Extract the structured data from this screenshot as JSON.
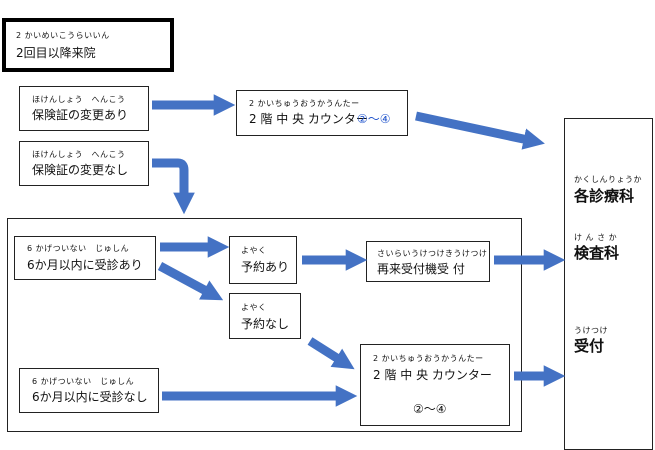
{
  "title": {
    "ruby": "2 かいめいこうらいいん",
    "text": "2回目以降来院"
  },
  "hoken_change_yes": {
    "ruby": "ほけんしょう　へんこう",
    "text": "保険証の変更あり"
  },
  "hoken_change_no": {
    "ruby": "ほけんしょう　へんこう",
    "text": "保険証の変更なし"
  },
  "counter_top": {
    "ruby": "2 かいちゅうおうかうんたー",
    "text": "2 階 中 央 カウンター",
    "num": "②～④"
  },
  "within6": {
    "ruby": "6 かげついない　じゅしん",
    "text": "6か月以内に受診あり"
  },
  "reserve_yes": {
    "ruby": "よやく",
    "text": "予約あり"
  },
  "reserve_no": {
    "ruby": "よやく",
    "text": "予約なし"
  },
  "kiosk": {
    "ruby": "さいらいうけつけきうけつけ",
    "text": "再来受付機受 付"
  },
  "counter_mid": {
    "ruby": "2 かいちゅうおうかうんたー",
    "text": "2 階 中 央 カウンター",
    "num": "②～④"
  },
  "over6": {
    "ruby": "6 かげついない　じゅしん",
    "text": "6か月以内に受診なし"
  },
  "dest_dept": {
    "ruby": "かくしんりょうか",
    "text": "各診療科"
  },
  "dest_lab": {
    "ruby": "け ん さ か",
    "text": "検査科"
  },
  "dest_reception": {
    "ruby": "うけつけ",
    "text": "受付"
  },
  "colors": {
    "arrow": "#4472c4",
    "accent_text": "#2255cc"
  }
}
